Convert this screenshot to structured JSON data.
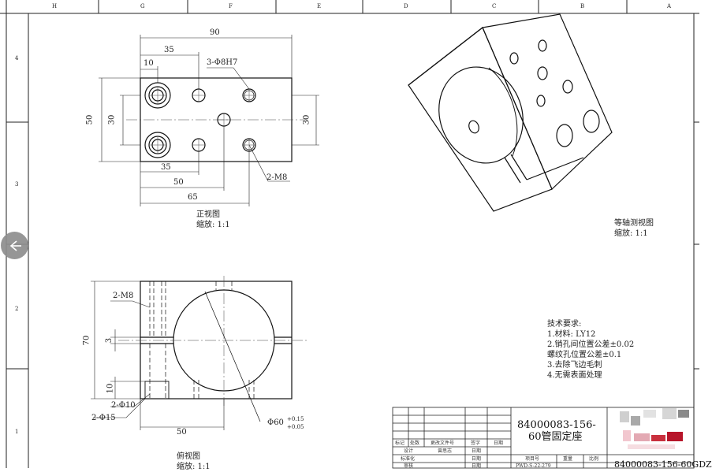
{
  "zones": {
    "top": [
      "H",
      "G",
      "F",
      "E",
      "D",
      "C",
      "B",
      "A"
    ],
    "side": [
      "4",
      "3",
      "2",
      "1"
    ]
  },
  "front_view": {
    "dims": {
      "width_total": "90",
      "width_35_top": "35",
      "width_10": "10",
      "holes_3phi8": "3-Φ8H7",
      "height_50": "50",
      "height_30_left": "30",
      "height_30_right": "30",
      "width_35_bottom": "35",
      "thread_2m8": "2-M8",
      "width_50": "50",
      "width_65": "65"
    },
    "title": "正视图",
    "scale": "缩放:  1:1"
  },
  "iso_view": {
    "title": "等轴测视图",
    "scale": "缩放:  1:1"
  },
  "side_view": {
    "dims": {
      "thread_2m8": "2-M8",
      "height_70": "70",
      "gap_3": "3",
      "depth_10": "10",
      "phi10": "2-Φ10",
      "phi15": "2-Φ15",
      "width_50": "50",
      "bore_phi60": "Φ60",
      "tol_upper": "+0.15",
      "tol_lower": "+0.05"
    },
    "title": "俯视图",
    "scale": "缩放:  1:1"
  },
  "tech_requirements": {
    "heading": "技术要求:",
    "items": [
      "1.材料:  LY12",
      "2.销孔间位置公差±0.02",
      "   螺纹孔位置公差±0.1",
      "3.去除飞边毛刺",
      "4.无需表面处理"
    ]
  },
  "title_block": {
    "part_number": "84000083-156-",
    "part_name": "60管固定座",
    "drawing_number": "84000083-156-60GDZ",
    "headers": [
      "标记",
      "处数",
      "更改文件号",
      "签字",
      "日期"
    ],
    "design_label": "设计",
    "designer": "曾思志",
    "date_label_1": "日期",
    "standardization": "标准化",
    "date_label_2": "日期",
    "review": "审核",
    "date_label_3": "日期",
    "project_label": "项目号",
    "weight_label": "重量",
    "ratio_label": "比例",
    "project_number": "PWD-S-22-279"
  },
  "colors": {
    "line": "#111111",
    "center": "#333333",
    "nav_button": "#8e8e8e"
  }
}
